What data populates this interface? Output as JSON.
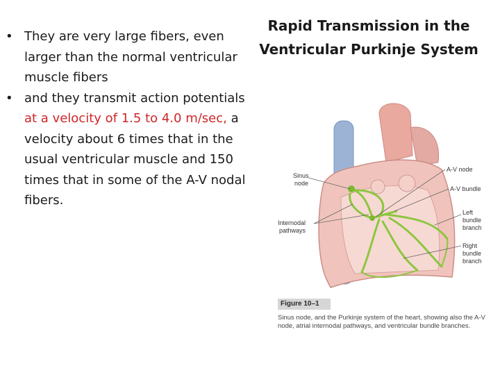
{
  "title": "Rapid Transmission in the Ventricular Purkinje System",
  "bullets": [
    {
      "symbol": "•",
      "text_before": "They are very large fibers, even larger than the normal ventricular muscle fibers",
      "highlight": "",
      "text_after": ""
    },
    {
      "symbol": "•",
      "text_before": "and they transmit action potentials ",
      "highlight": "at a velocity of 1.5 to 4.0 m/sec,",
      "text_after": " a velocity about 6 times that in the usual ventricular muscle and 150 times that in some of the A-V nodal fibers."
    }
  ],
  "highlight_color": "#d0262a",
  "figure": {
    "labels": {
      "sinus_line1": "Sinus",
      "sinus_line2": "node",
      "internodal_line1": "Internodal",
      "internodal_line2": "pathways",
      "av_node": "A-V node",
      "av_bundle": "A-V bundle",
      "left_line1": "Left",
      "left_line2": "bundle",
      "left_line3": "branch",
      "right_line1": "Right",
      "right_line2": "bundle",
      "right_line3": "branch"
    },
    "tag": "Figure 10–1",
    "caption": "Sinus node, and the Purkinje system of the heart, showing also the A-V node, atrial internodal pathways, and ventricular bundle branches.",
    "colors": {
      "conduction": "#8cc63f",
      "heart": "#e8b4ac",
      "vessel": "#9db3d6"
    }
  }
}
